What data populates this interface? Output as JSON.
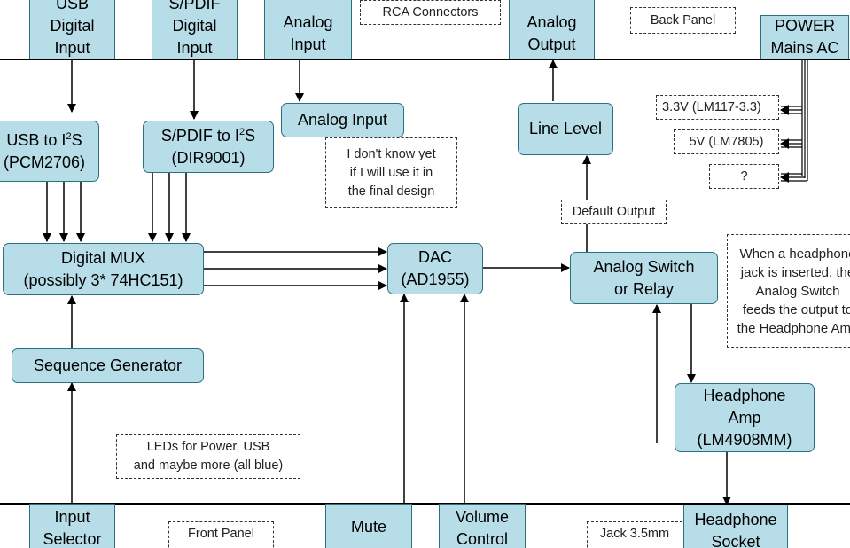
{
  "panels": {
    "back": "Back Panel",
    "front": "Front Panel",
    "rca": "RCA Connectors"
  },
  "top_inputs": {
    "usb": [
      "USB",
      "Digital",
      "Input"
    ],
    "spdif": [
      "S/PDIF",
      "Digital",
      "Input"
    ],
    "analog_in": [
      "Analog",
      "Input"
    ],
    "analog_out": [
      "Analog",
      "Output"
    ],
    "power": [
      "POWER",
      "Mains AC"
    ]
  },
  "blocks": {
    "usb_i2s": {
      "line1": "USB to I",
      "sup": "2",
      "line1_end": "S",
      "line2": "(PCM2706)"
    },
    "spdif_i2s": {
      "line1": "S/PDIF to I",
      "sup": "2",
      "line1_end": "S",
      "line2": "(DIR9001)"
    },
    "analog_input": "Analog Input",
    "line_level": "Line Level",
    "digital_mux": [
      "Digital MUX",
      "(possibly 3* 74HC151)"
    ],
    "dac": [
      "DAC",
      "(AD1955)"
    ],
    "analog_switch": [
      "Analog Switch",
      "or Relay"
    ],
    "sequence_generator": "Sequence Generator",
    "headphone_amp": [
      "Headphone",
      "Amp",
      "(LM4908MM)"
    ]
  },
  "power_rails": [
    "3.3V (LM117-3.3)",
    "5V (LM7805)",
    "?"
  ],
  "notes": {
    "unsure": [
      "I don't know yet",
      "if I will use it in",
      "the final design"
    ],
    "default_output": "Default Output",
    "headphone": [
      "When a headphone",
      "jack is inserted, the",
      "Analog Switch",
      "feeds the output to",
      "the Headphone Amp"
    ],
    "leds": [
      "LEDs for Power, USB",
      "and maybe more (all blue)"
    ],
    "jack": "Jack 3.5mm"
  },
  "bottom_controls": {
    "input_selector": [
      "Input",
      "Selector"
    ],
    "mute": "Mute",
    "volume": [
      "Volume",
      "Control"
    ],
    "headphone_socket": [
      "Headphone",
      "Socket"
    ]
  }
}
